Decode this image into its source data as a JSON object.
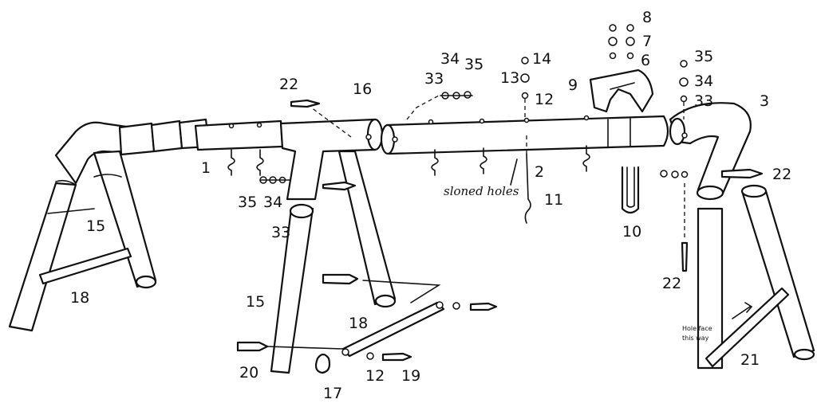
{
  "labels": {
    "p1": "1",
    "p2": "2",
    "p3": "3",
    "p6": "6",
    "p7": "7",
    "p8": "8",
    "p9": "9",
    "p10": "10",
    "p11": "11",
    "p12a": "12",
    "p12b": "12",
    "p13": "13",
    "p14": "14",
    "p15a": "15",
    "p15b": "15",
    "p16": "16",
    "p17": "17",
    "p18a": "18",
    "p18b": "18",
    "p19": "19",
    "p20": "20",
    "p21": "21",
    "p22a": "22",
    "p22b": "22",
    "p22c": "22",
    "p33a": "33",
    "p33b": "33",
    "p33c": "33",
    "p34a": "34",
    "p34b": "34",
    "p34c": "34",
    "p35a": "35",
    "p35b": "35",
    "p35c": "35"
  },
  "annotations": {
    "slotted_holes": "sloned holes",
    "handwritten_note_line1": "Hole face",
    "handwritten_note_line2": "this way"
  }
}
